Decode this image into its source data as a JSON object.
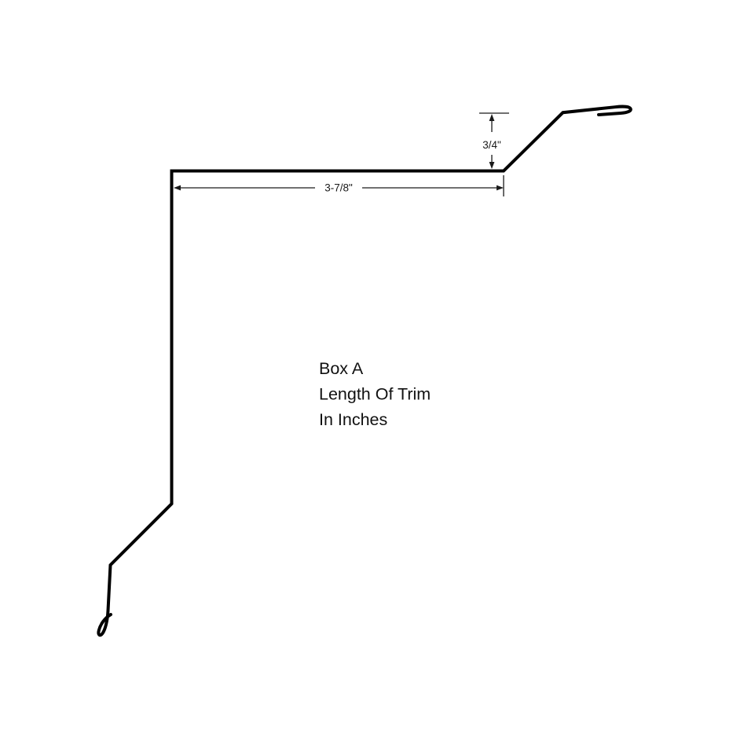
{
  "diagram": {
    "label": {
      "line1": "Box A",
      "line2": "Length Of Trim",
      "line3": "In Inches"
    },
    "dimensions": {
      "vertical_value": "3/4\"",
      "horizontal_value": "3-7/8\""
    },
    "colors": {
      "profile_line": "#000000",
      "dimension_line": "#1a1a1a",
      "label_text": "#111111",
      "background": "#ffffff"
    }
  }
}
